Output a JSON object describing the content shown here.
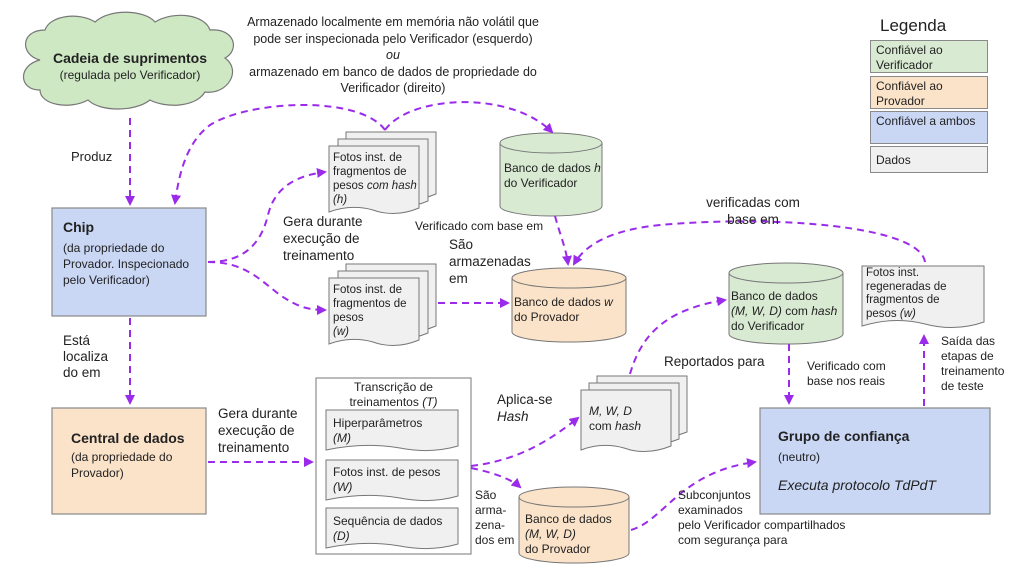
{
  "colors": {
    "verifier": "#d9ead3",
    "prover": "#fbe3c9",
    "both": "#c9d7f5",
    "data": "#f0f0f0",
    "arrow": "#9b2bea",
    "cloud": "#cfe8c4"
  },
  "legend": {
    "title": "Legenda",
    "items": [
      "Confiável ao Verificador",
      "Confiável ao Provador",
      "Confiável a ambos",
      "Dados"
    ]
  },
  "nodes": {
    "supply_chain": {
      "title": "Cadeia de suprimentos",
      "subtitle": "(regulada pelo Verificador)"
    },
    "chip": {
      "title": "Chip",
      "desc": "(da propriedade do Provador. Inspecionado pelo Verificador)"
    },
    "datacenter": {
      "title": "Central de dados",
      "desc": "(da propriedade do Provador)"
    },
    "weights_hash": {
      "l1": "Fotos inst. de",
      "l2": "fragmentos de",
      "l3": "pesos",
      "l3b": "com hash",
      "l4": "(h)"
    },
    "weights_w": {
      "l1": "Fotos inst. de",
      "l2": "fragmentos de",
      "l3": "pesos",
      "l4": "(w)"
    },
    "db_h": {
      "l1": "Banco de dados",
      "l1b": "h",
      "l2": "do Verificador"
    },
    "db_w": {
      "l1": "Banco de dados",
      "l1b": "w",
      "l2": "do Provador"
    },
    "db_mwd_verifier": {
      "l1": "Banco de dados",
      "l2a": "(M, W, D)",
      "l2b": "com",
      "l2c": "hash",
      "l3": "do Verificador"
    },
    "db_mwd_prover": {
      "l1": "Banco de dados",
      "l2": "(M, W, D)",
      "l3": "do Provador"
    },
    "regen": {
      "l1": "Fotos inst.",
      "l2": "regeneradas de",
      "l3": "fragmentos de",
      "l4": "pesos",
      "l4b": "(w)"
    },
    "transcript": {
      "title": "Transcrição de",
      "title2": "treinamentos",
      "title2b": "(T)",
      "items": [
        {
          "name": "Hiperparâmetros",
          "sym": "(M)"
        },
        {
          "name": "Fotos inst. de pesos",
          "sym": "(W)"
        },
        {
          "name": "Sequência de dados",
          "sym": "(D)"
        }
      ]
    },
    "mwd_hash": {
      "l1": "M, W, D",
      "l2": "com",
      "l2b": "hash"
    },
    "trust_group": {
      "title": "Grupo de confiança",
      "subtitle": "(neutro)",
      "protocol": "Executa protocolo TdPdT"
    }
  },
  "labels": {
    "storage_note": [
      "Armazenado localmente em memória não volátil que",
      "pode ser inspecionada pelo Verificador (esquerdo)",
      "ou",
      "armazenado em banco de dados de propriedade do",
      "Verificador (direito)"
    ],
    "produz": "Produz",
    "gera1": [
      "Gera durante",
      "execução de",
      "treinamento"
    ],
    "verificado_base": "Verificado com base em",
    "sao_armazenadas": [
      "São",
      "armazenadas",
      "em"
    ],
    "verificadas_com": [
      "verificadas com",
      "base em"
    ],
    "esta_localizado": [
      "Está",
      "localiza",
      "do em"
    ],
    "gera2": [
      "Gera durante",
      "execução de",
      "treinamento"
    ],
    "aplica": [
      "Aplica-se",
      "Hash"
    ],
    "reportados": "Reportados para",
    "verificado_reais": [
      "Verificado com",
      "base nos reais"
    ],
    "saida": [
      "Saída das",
      "etapas de",
      "treinamento",
      "de teste"
    ],
    "sao_armazenados": [
      "São",
      "arma-",
      "zena-",
      "dos em"
    ],
    "subconjuntos": [
      "Subconjuntos",
      "examinados",
      "pelo Verificador compartilhados",
      "com segurança para"
    ]
  }
}
